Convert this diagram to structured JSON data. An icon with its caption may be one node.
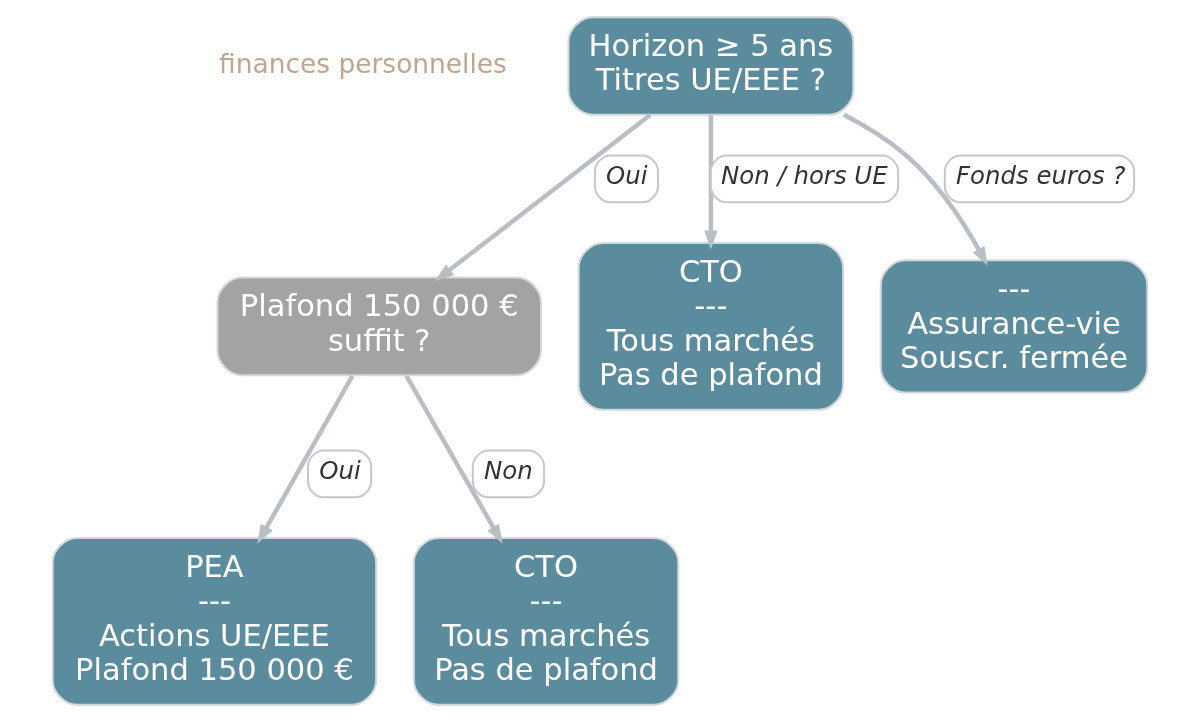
{
  "diagram": {
    "nodes": [
      {
        "text": [
          "Horizon ≥ 5 ans",
          "Titres UE/EEE ?"
        ]
      },
      {
        "text": [
          "Plafond 150 000 €",
          "suffit ?"
        ]
      },
      {
        "text": [
          "CTO",
          "---",
          "Tous marchés",
          "Pas de plafond"
        ]
      },
      {
        "text": [
          "---",
          "Assurance-vie",
          "Souscr. fermée"
        ]
      },
      {
        "text": [
          "PEA",
          "---",
          "Actions UE/EEE",
          "Plafond 150 000 €"
        ]
      },
      {
        "text": [
          "CTO",
          "---",
          "Tous marchés",
          "Pas de plafond"
        ]
      }
    ],
    "edges": [
      {
        "from": 0,
        "to": 1,
        "arrow": "to",
        "label": "Oui"
      },
      {
        "from": 0,
        "to": 2,
        "arrow": "to",
        "label": "Non / hors UE"
      },
      {
        "from": 0,
        "to": 3,
        "arrow": "to",
        "label": "Fonds euros ?"
      },
      {
        "from": 1,
        "to": 4,
        "arrow": "to",
        "label": "Oui"
      },
      {
        "from": 1,
        "to": 5,
        "arrow": "to",
        "label": "Non"
      }
    ],
    "labels": [
      "finances personnelles"
    ]
  }
}
